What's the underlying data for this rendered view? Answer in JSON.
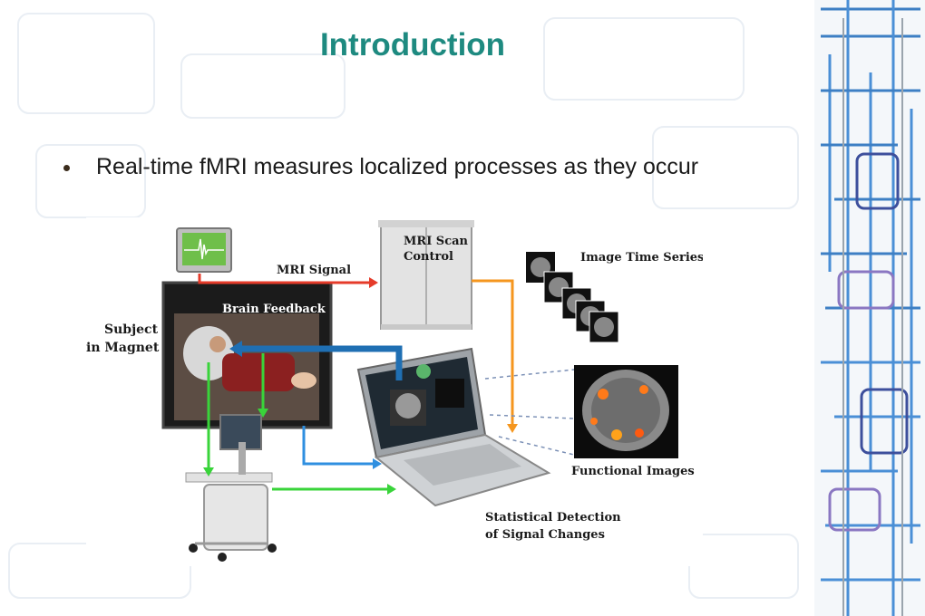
{
  "slide": {
    "title": "Introduction",
    "bullet": "Real-time fMRI measures localized processes as they occur"
  },
  "figure": {
    "labels": {
      "mri_signal": "MRI Signal",
      "mri_scan_line1": "MRI Scan",
      "mri_scan_line2": "Control",
      "image_time_series": "Image Time Series",
      "brain_feedback": "Brain Feedback",
      "subject_line1": "Subject",
      "subject_line2": "in Magnet",
      "functional_images": "Functional Images",
      "statistical_line1": "Statistical Detection",
      "statistical_line2": "of Signal Changes"
    },
    "colors": {
      "mri_signal_arrow": "#e53b2a",
      "scan_arrow": "#f5961e",
      "feedback_arrow": "#1f6fb3",
      "green_arrow": "#39d43a",
      "blue_arrow": "#2f8fe0",
      "title": "#1e8a80"
    }
  }
}
